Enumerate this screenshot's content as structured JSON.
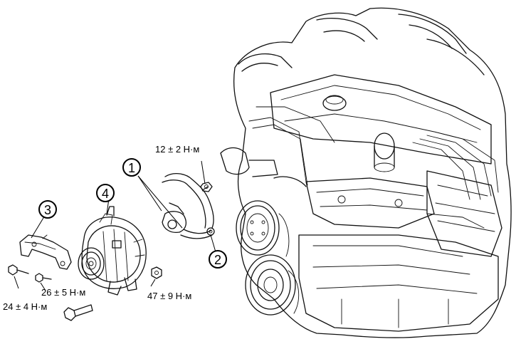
{
  "callouts": [
    {
      "id": "1",
      "label": "1"
    },
    {
      "id": "2",
      "label": "2"
    },
    {
      "id": "3",
      "label": "3"
    },
    {
      "id": "4",
      "label": "4"
    }
  ],
  "torque_labels": {
    "bracket_nut": "12 ± 2 Н·м",
    "lower_nut": "47 ± 9 Н·м",
    "alternator_bolt": "26 ± 5 Н·м",
    "bracket_bolt": "24 ± 4 Н·м"
  }
}
